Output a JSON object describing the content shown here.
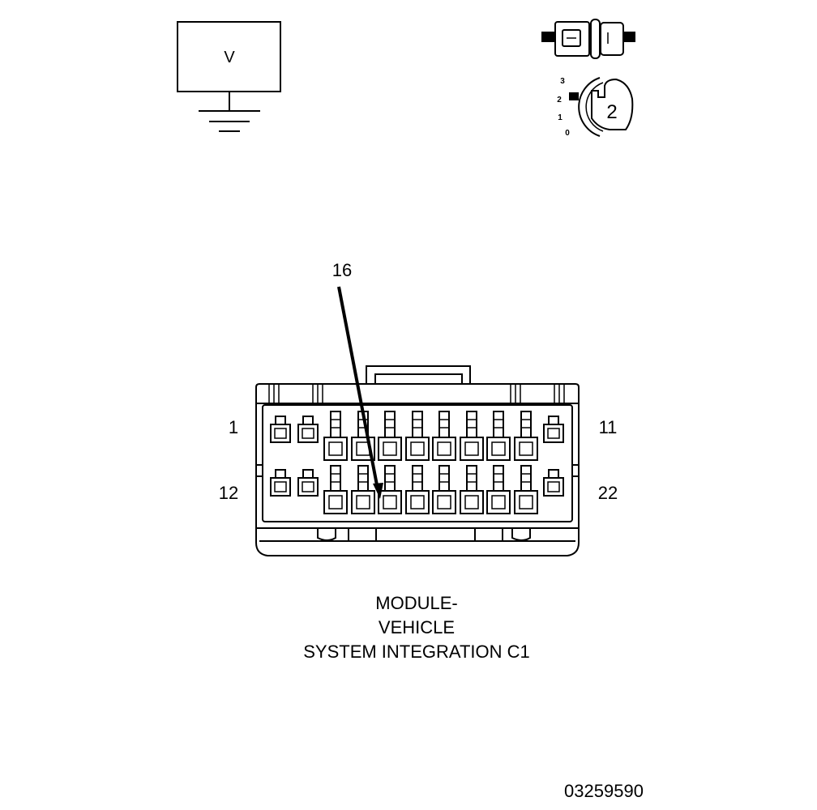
{
  "voltmeter": {
    "label": "V"
  },
  "ignition": {
    "positions": [
      "3",
      "2",
      "1",
      "0"
    ],
    "selected": "2"
  },
  "connector": {
    "pointer_pin": "16",
    "pin_labels": {
      "top_left": "1",
      "top_right": "11",
      "bottom_left": "12",
      "bottom_right": "22"
    }
  },
  "caption": {
    "line1": "MODULE-",
    "line2": "VEHICLE",
    "line3": "SYSTEM INTEGRATION C1"
  },
  "figure_id": "03259590"
}
